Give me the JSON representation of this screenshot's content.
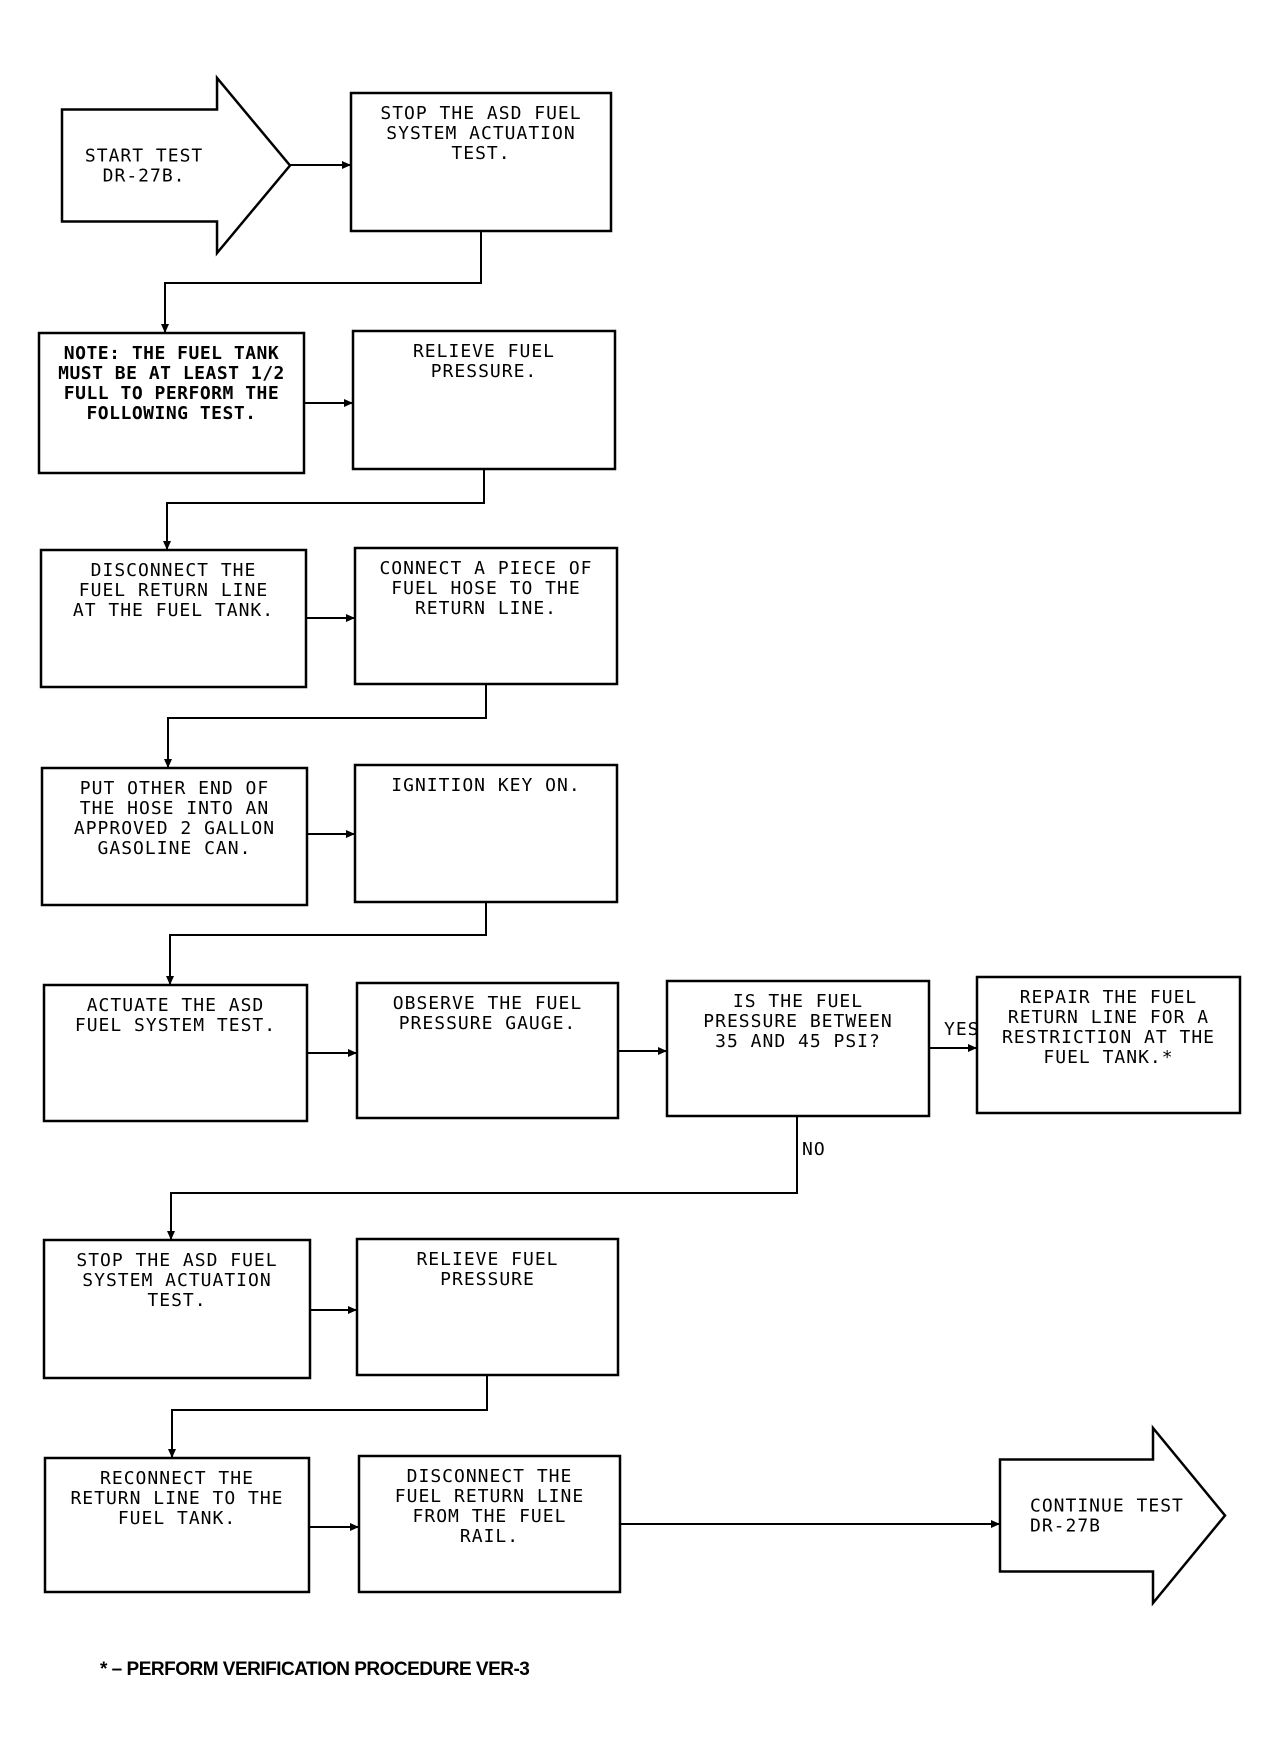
{
  "nodes": {
    "start": {
      "lines": [
        "START TEST",
        "DR-27B."
      ]
    },
    "stop_asd_1": {
      "lines": [
        "STOP THE ASD FUEL",
        "SYSTEM ACTUATION",
        "TEST."
      ]
    },
    "note": {
      "lines": [
        "NOTE: THE FUEL TANK",
        "MUST BE AT LEAST 1/2",
        "FULL TO PERFORM THE",
        "FOLLOWING TEST."
      ]
    },
    "relieve_1": {
      "lines": [
        "RELIEVE FUEL",
        "PRESSURE."
      ]
    },
    "disconnect_tank": {
      "lines": [
        "DISCONNECT THE",
        "FUEL RETURN LINE",
        "AT THE FUEL TANK."
      ]
    },
    "connect_hose": {
      "lines": [
        "CONNECT A PIECE OF",
        "FUEL HOSE TO THE",
        "RETURN LINE."
      ]
    },
    "put_hose": {
      "lines": [
        "PUT OTHER END OF",
        "THE HOSE INTO AN",
        "APPROVED 2 GALLON",
        "GASOLINE CAN."
      ]
    },
    "ignition": {
      "lines": [
        "IGNITION KEY ON."
      ]
    },
    "actuate": {
      "lines": [
        "ACTUATE THE ASD",
        "FUEL SYSTEM TEST."
      ]
    },
    "observe": {
      "lines": [
        "OBSERVE THE FUEL",
        "PRESSURE GAUGE."
      ]
    },
    "decision": {
      "lines": [
        "IS THE FUEL",
        "PRESSURE BETWEEN",
        "35 AND 45 PSI?"
      ]
    },
    "repair": {
      "lines": [
        "REPAIR THE FUEL",
        "RETURN LINE FOR A",
        "RESTRICTION AT THE",
        "FUEL TANK.*"
      ]
    },
    "stop_asd_2": {
      "lines": [
        "STOP THE ASD FUEL",
        "SYSTEM ACTUATION",
        "TEST."
      ]
    },
    "relieve_2": {
      "lines": [
        "RELIEVE FUEL",
        "PRESSURE"
      ]
    },
    "reconnect": {
      "lines": [
        "RECONNECT THE",
        "RETURN LINE TO THE",
        "FUEL TANK."
      ]
    },
    "disconnect_rail": {
      "lines": [
        "DISCONNECT THE",
        "FUEL RETURN LINE",
        "FROM THE FUEL",
        "RAIL."
      ]
    },
    "continue": {
      "lines": [
        "CONTINUE TEST",
        "DR-27B"
      ]
    }
  },
  "edge_labels": {
    "yes": "YES",
    "no": "NO"
  },
  "footnote": "* – PERFORM VERIFICATION PROCEDURE VER-3"
}
